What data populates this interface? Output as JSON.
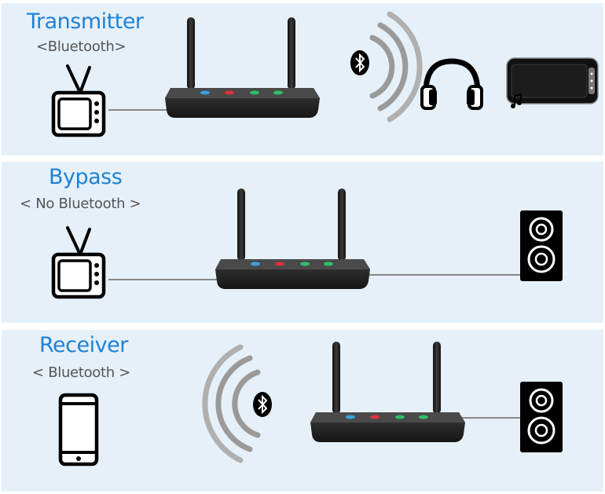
{
  "modes": [
    {
      "title": "Transmitter",
      "subtitle": "<Bluetooth>"
    },
    {
      "title": "Bypass",
      "subtitle": "< No Bluetooth >"
    },
    {
      "title": "Receiver",
      "subtitle": "< Bluetooth >"
    }
  ],
  "colors": {
    "panel_bg": "#e6f0f9",
    "title": "#1e82d4",
    "subtitle": "#555555",
    "device": "#2a2a2a",
    "led_blue": "#3aa0e0",
    "led_red": "#e0303a",
    "led_green": "#2fc06a",
    "cable": "#888888"
  },
  "icons": {
    "source_tv": "tv-icon",
    "source_phone": "smartphone-icon",
    "device": "bluetooth-transceiver-icon",
    "signal": "wireless-waves-icon",
    "bluetooth": "bluetooth-icon",
    "headphones": "headphones-icon",
    "portable_speaker": "portable-speaker-icon",
    "floor_speaker": "speaker-icon"
  }
}
